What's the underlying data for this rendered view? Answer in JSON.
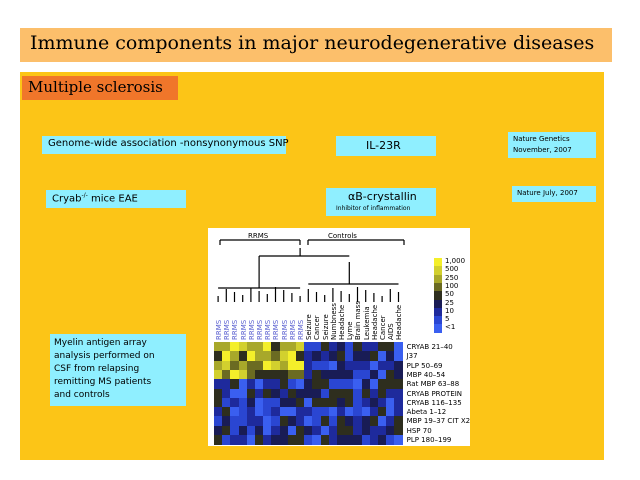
{
  "slide": {
    "title": "Immune components in major neurodegenerative  diseases",
    "section_label": "Multiple sclerosis",
    "boxes": {
      "gwas": "Genome-wide association -nonsynonymous SNP",
      "il23r": "IL-23R",
      "nat_gen_line1": "Nature Genetics",
      "nat_gen_line2": "November, 2007",
      "cryab_mice_prefix": "Cryab",
      "cryab_mice_sup": "-/-",
      "cryab_mice_suffix": " mice  EAE",
      "nature_july": "Nature July, 2007",
      "ab_crystallin": "αB-crystallin",
      "ab_crystallin_sub": "Inhibitor of inflammation",
      "myelin_lines": [
        "Myelin antigen array",
        "analysis performed on",
        "CSF from relapsing",
        "remitting MS patients",
        "and controls"
      ]
    },
    "figure": {
      "group_rrms": "RRMS",
      "group_controls": "Controls",
      "legend": [
        "1,000",
        "500",
        "250",
        "100",
        "50",
        "25",
        "10",
        "5",
        "<1"
      ],
      "legend_colors": [
        "#f4ef2a",
        "#d2d02e",
        "#a8a82a",
        "#6b6b22",
        "#2e2e1e",
        "#191c55",
        "#1e2a9c",
        "#2a46d2",
        "#3a5ff0"
      ],
      "column_labels": [
        "RRMS",
        "RRMS",
        "RRMS",
        "RRMS",
        "RRMS",
        "RRMS",
        "RRMS",
        "RRMS",
        "RRMS",
        "RRMS",
        "RRMS",
        "Seizure",
        "Cancer",
        "Seizure",
        "Numbness",
        "Headache",
        "Lyme",
        "Brain mass",
        "Leukemia",
        "Headache",
        "Cancer",
        "AIDS",
        "Headache"
      ],
      "row_labels": [
        "CRYAB 21–40",
        "J37",
        "PLP 50–69",
        "MBP 40–54",
        "Rat MBP 63–88",
        "CRYAB PROTEIN",
        "CRYAB 116–135",
        "Abeta 1–12",
        "MBP 19–37 CIT X2",
        "HSP 70",
        "PLP 180–199"
      ]
    }
  }
}
